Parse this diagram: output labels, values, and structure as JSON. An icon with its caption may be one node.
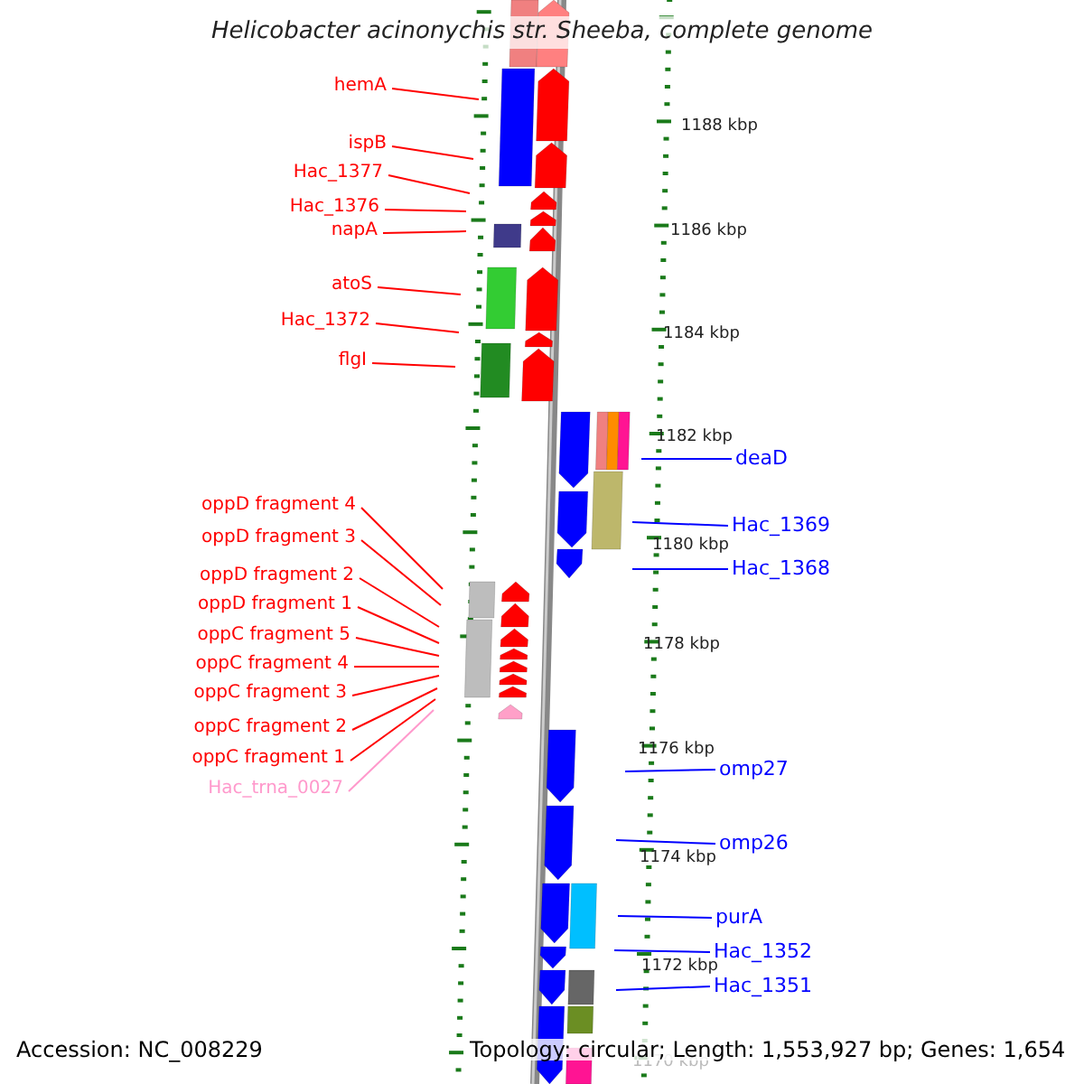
{
  "diagram": {
    "title": "Helicobacter acinonychis str. Sheeba, complete genome",
    "nodes": [
      {
        "text": [
          "hemA"
        ]
      },
      {
        "text": [
          "ispB"
        ]
      },
      {
        "text": [
          "Hac_1377"
        ]
      },
      {
        "text": [
          "Hac_1376"
        ]
      },
      {
        "text": [
          "napA"
        ]
      },
      {
        "text": [
          "atoS"
        ]
      },
      {
        "text": [
          "Hac_1372"
        ]
      },
      {
        "text": [
          "flgI"
        ]
      },
      {
        "text": [
          "oppD fragment 4"
        ]
      },
      {
        "text": [
          "oppD fragment 3"
        ]
      },
      {
        "text": [
          "oppD fragment 2"
        ]
      },
      {
        "text": [
          "oppD fragment 1"
        ]
      },
      {
        "text": [
          "oppC fragment 5"
        ]
      },
      {
        "text": [
          "oppC fragment 4"
        ]
      },
      {
        "text": [
          "oppC fragment 3"
        ]
      },
      {
        "text": [
          "oppC fragment 2"
        ]
      },
      {
        "text": [
          "oppC fragment 1"
        ]
      },
      {
        "text": [
          "Hac_trna_0027"
        ]
      },
      {
        "text": [
          "deaD"
        ]
      },
      {
        "text": [
          "Hac_1369"
        ]
      },
      {
        "text": [
          "Hac_1368"
        ]
      },
      {
        "text": [
          "omp27"
        ]
      },
      {
        "text": [
          "omp26"
        ]
      },
      {
        "text": [
          "purA"
        ]
      },
      {
        "text": [
          "Hac_1352"
        ]
      },
      {
        "text": [
          "Hac_1351"
        ]
      }
    ],
    "edges": [
      {
        "from": 0,
        "to": null,
        "arrow": "none"
      },
      {
        "from": 1,
        "to": null,
        "arrow": "none"
      },
      {
        "from": 2,
        "to": null,
        "arrow": "none"
      },
      {
        "from": 3,
        "to": null,
        "arrow": "none"
      },
      {
        "from": 4,
        "to": null,
        "arrow": "none"
      },
      {
        "from": 5,
        "to": null,
        "arrow": "none"
      },
      {
        "from": 6,
        "to": null,
        "arrow": "none"
      },
      {
        "from": 7,
        "to": null,
        "arrow": "none"
      },
      {
        "from": 8,
        "to": null,
        "arrow": "none"
      },
      {
        "from": 9,
        "to": null,
        "arrow": "none"
      },
      {
        "from": 10,
        "to": null,
        "arrow": "none"
      },
      {
        "from": 11,
        "to": null,
        "arrow": "none"
      },
      {
        "from": 12,
        "to": null,
        "arrow": "none"
      },
      {
        "from": 13,
        "to": null,
        "arrow": "none"
      },
      {
        "from": 14,
        "to": null,
        "arrow": "none"
      },
      {
        "from": 15,
        "to": null,
        "arrow": "none"
      },
      {
        "from": 16,
        "to": null,
        "arrow": "none"
      },
      {
        "from": 17,
        "to": null,
        "arrow": "none",
        "color": "#ff99cc"
      },
      {
        "from": 18,
        "to": null,
        "arrow": "none",
        "color": "#0000ff"
      },
      {
        "from": 19,
        "to": null,
        "arrow": "none",
        "color": "#0000ff"
      },
      {
        "from": 20,
        "to": null,
        "arrow": "none",
        "color": "#0000ff"
      },
      {
        "from": 21,
        "to": null,
        "arrow": "none",
        "color": "#0000ff"
      },
      {
        "from": 22,
        "to": null,
        "arrow": "none",
        "color": "#0000ff"
      },
      {
        "from": 23,
        "to": null,
        "arrow": "none",
        "color": "#0000ff"
      },
      {
        "from": 24,
        "to": null,
        "arrow": "none",
        "color": "#0000ff"
      },
      {
        "from": 25,
        "to": null,
        "arrow": "none",
        "color": "#0000ff"
      }
    ],
    "labels": [
      "1188 kbp",
      "1186 kbp",
      "1184 kbp",
      "1182 kbp",
      "1180 kbp",
      "1178 kbp",
      "1176 kbp",
      "1174 kbp",
      "1172 kbp",
      "1170 kbp",
      "Accession: NC_008229",
      "Topology: circular; Length: 1,553,927 bp; Genes: 1,654"
    ]
  }
}
